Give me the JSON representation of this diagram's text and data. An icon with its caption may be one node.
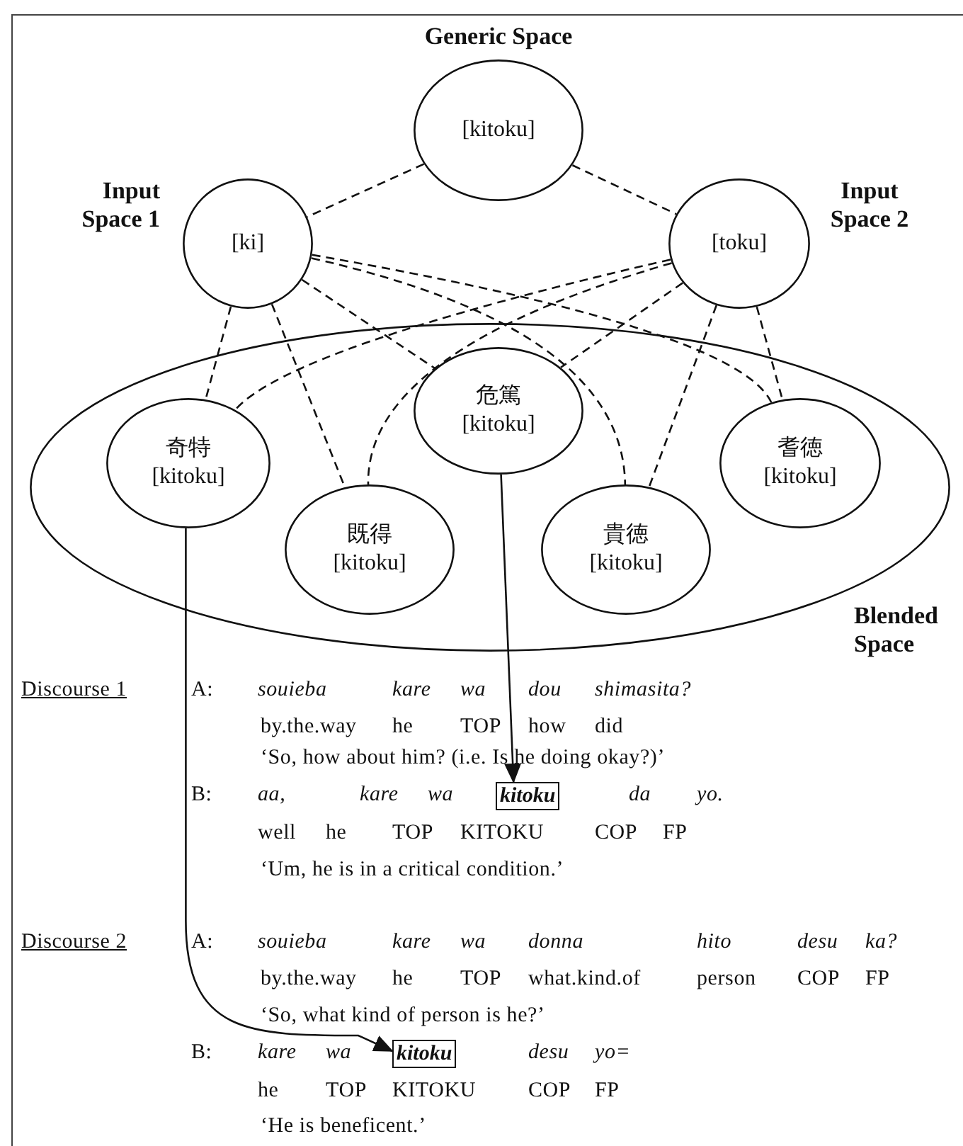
{
  "diagram": {
    "nodes": [
      {
        "text": [
          "Generic Space",
          "[kitoku]"
        ]
      },
      {
        "text": [
          "Input Space 1",
          "[ki]"
        ]
      },
      {
        "text": [
          "Input Space 2",
          "[toku]"
        ]
      },
      {
        "text": [
          "Blended Space"
        ]
      },
      {
        "text": [
          "奇特",
          "[kitoku]"
        ],
        "in": 3
      },
      {
        "text": [
          "既得",
          "[kitoku]"
        ],
        "in": 3
      },
      {
        "text": [
          "危篤",
          "[kitoku]"
        ],
        "in": 3
      },
      {
        "text": [
          "貴徳",
          "[kitoku]"
        ],
        "in": 3
      },
      {
        "text": [
          "耆徳",
          "[kitoku]"
        ],
        "in": 3
      },
      {
        "text": [
          "kitoku"
        ]
      },
      {
        "text": [
          "kitoku"
        ]
      }
    ],
    "edges": [
      {
        "from": 0,
        "to": 1,
        "arrow": "none",
        "style": "dashed"
      },
      {
        "from": 0,
        "to": 2,
        "arrow": "none",
        "style": "dashed"
      },
      {
        "from": 1,
        "to": 4,
        "arrow": "none",
        "style": "dashed"
      },
      {
        "from": 1,
        "to": 5,
        "arrow": "none",
        "style": "dashed"
      },
      {
        "from": 1,
        "to": 6,
        "arrow": "none",
        "style": "dashed"
      },
      {
        "from": 1,
        "to": 7,
        "arrow": "none",
        "style": "dashed"
      },
      {
        "from": 1,
        "to": 8,
        "arrow": "none",
        "style": "dashed"
      },
      {
        "from": 2,
        "to": 4,
        "arrow": "none",
        "style": "dashed"
      },
      {
        "from": 2,
        "to": 5,
        "arrow": "none",
        "style": "dashed"
      },
      {
        "from": 2,
        "to": 6,
        "arrow": "none",
        "style": "dashed"
      },
      {
        "from": 2,
        "to": 7,
        "arrow": "none",
        "style": "dashed"
      },
      {
        "from": 2,
        "to": 8,
        "arrow": "none",
        "style": "dashed"
      },
      {
        "from": 6,
        "to": 9,
        "arrow": "to"
      },
      {
        "from": 4,
        "to": 10,
        "arrow": "to"
      }
    ],
    "labels": [
      "Discourse 1",
      "A:",
      "souieba",
      "kare",
      "wa",
      "dou",
      "shimasita?",
      "by.the.way",
      "he",
      "TOP",
      "how",
      "did",
      "‘So, how about him? (i.e. Is he doing okay?)’",
      "B:",
      "aa,",
      "kare",
      "wa",
      "da",
      "yo.",
      "well",
      "he",
      "TOP",
      "KITOKU",
      "COP",
      "FP",
      "‘Um, he is in a critical condition.’",
      "Discourse 2",
      "A:",
      "souieba",
      "kare",
      "wa",
      "donna",
      "hito",
      "desu",
      "ka?",
      "by.the.way",
      "he",
      "TOP",
      "what.kind.of",
      "person",
      "COP",
      "FP",
      "‘So, what kind of person is he?’",
      "B:",
      "kare",
      "wa",
      "desu",
      "yo=",
      "he",
      "TOP",
      "KITOKU",
      "COP",
      "FP",
      "‘He is beneficent.’"
    ]
  }
}
